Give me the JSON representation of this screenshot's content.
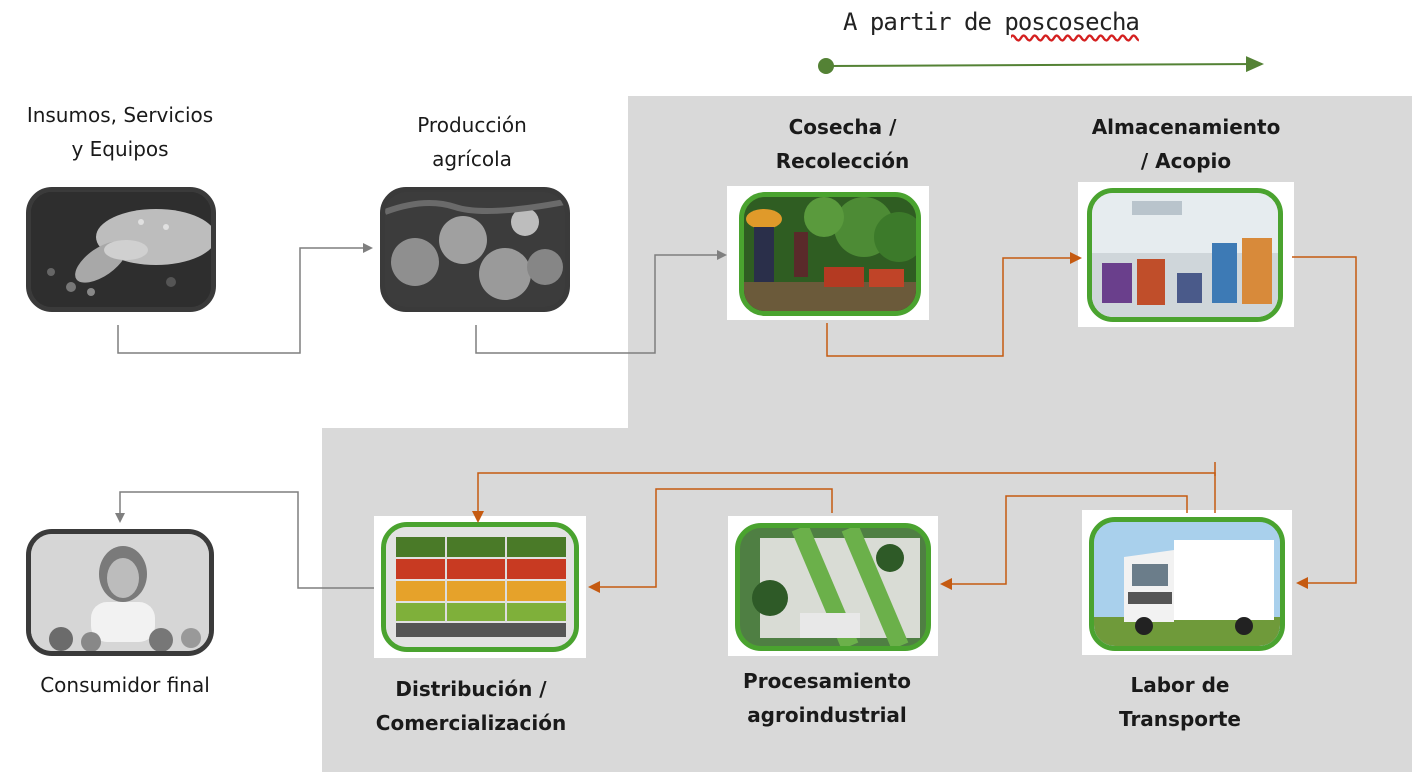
{
  "header": {
    "prefix": "A partir de ",
    "highlight": "poscosecha"
  },
  "colors": {
    "panel": "#d9d9d9",
    "gray_arrow": "#7f7f7f",
    "orange_arrow": "#c55a11",
    "green_accent": "#4aa32f",
    "timeline_green": "#548235"
  },
  "nodes": {
    "insumos": {
      "line1": "Insumos, Servicios",
      "line2": "y Equipos",
      "icon": "seeds-in-hand-icon"
    },
    "produccion": {
      "line1": "Producción",
      "line2": "agrícola",
      "icon": "fruit-on-tree-icon"
    },
    "cosecha": {
      "line1": "Cosecha /",
      "line2": "Recolección",
      "icon": "harvest-workers-icon"
    },
    "almacenamiento": {
      "line1": "Almacenamiento",
      "line2": "/ Acopio",
      "icon": "cold-storage-icon"
    },
    "transporte": {
      "line1": "Labor de",
      "line2": "Transporte",
      "icon": "truck-icon"
    },
    "procesamiento": {
      "line1": "Procesamiento",
      "line2": "agroindustrial",
      "icon": "conveyor-line-icon"
    },
    "distribucion": {
      "line1": "Distribución /",
      "line2": "Comercialización",
      "icon": "produce-shelf-icon"
    },
    "consumidor": {
      "line1": "Consumidor final",
      "icon": "consumer-woman-icon"
    }
  }
}
